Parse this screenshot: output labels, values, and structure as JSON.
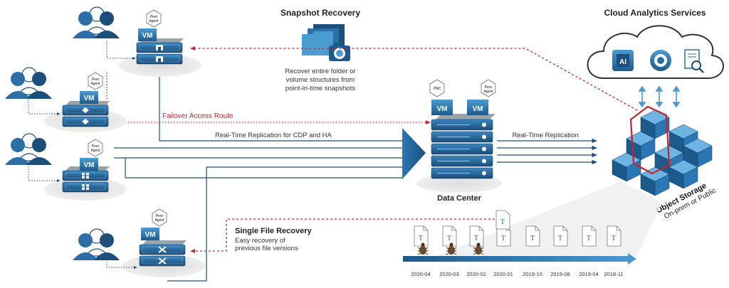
{
  "snapshot": {
    "title": "Snapshot Recovery",
    "desc": [
      "Recover entire folder or",
      "volume structures from",
      "point-in-time snapshots"
    ]
  },
  "cloud": {
    "title": "Cloud Analytics Services",
    "ai_label": "AI"
  },
  "failover_label": "Failover Access Route",
  "cdp_label": "Real-Time Replication for CDP and HA",
  "replication_label": "Real-Time Replication",
  "datacenter": {
    "label": "Data Center",
    "pmc_badge": "PMC",
    "agent_badge": [
      "Peer",
      "Agent"
    ],
    "vm_label": "VM"
  },
  "storage": {
    "line1": "Object Storage",
    "line2": "On-prem or Public"
  },
  "single_file": {
    "title": "Single File Recovery",
    "desc": [
      "Easy recovery of",
      "previous file versions"
    ]
  },
  "peer_agent": [
    "Peer",
    "Agent"
  ],
  "vm": "VM",
  "timeline": {
    "dates": [
      "2020-04",
      "2020-03",
      "2020-02",
      "2020-01",
      "2019-10",
      "2019-08",
      "2019-04",
      "2018-11"
    ],
    "infected": [
      true,
      true,
      true,
      false,
      false,
      false,
      false,
      false
    ]
  },
  "colors": {
    "blue_dark": "#1d4f7c",
    "blue_mid": "#2b6fa6",
    "blue_light": "#4a9bd1",
    "red": "#c0262d"
  }
}
